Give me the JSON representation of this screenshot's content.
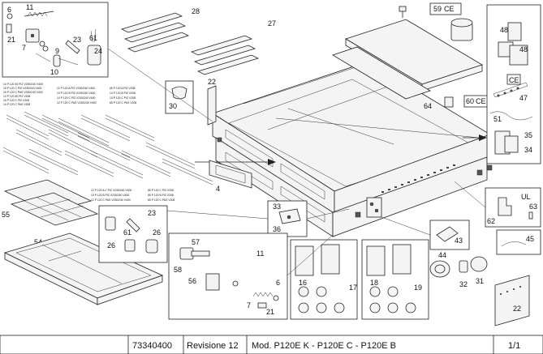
{
  "title_block": {
    "code": "73340400",
    "revision": "Revisione 12",
    "model": "Mod. P120E K - P120E C - P120E B",
    "sheet": "1/1"
  },
  "callouts": {
    "c6": "6",
    "c11": "11",
    "c21": "21",
    "c7": "7",
    "c9": "9",
    "c10": "10",
    "c23": "23",
    "c61": "61",
    "c24": "24",
    "c28": "28",
    "c27": "27",
    "c22a": "22",
    "c30": "30",
    "c59": "59",
    "c59ce": "CE",
    "c64": "64",
    "c60": "60",
    "c60ce": "CE",
    "c48a": "48",
    "c48b": "48",
    "c47": "47",
    "c47ce": "CE",
    "c51": "51",
    "c35": "35",
    "c34": "34",
    "c4": "4",
    "c55": "55",
    "c54": "54",
    "c33": "33",
    "c36": "36",
    "c62": "62",
    "c63": "63",
    "c45": "45",
    "c43": "43",
    "c44": "44",
    "c32": "32",
    "c31": "31",
    "c22b": "22",
    "c26a": "26",
    "c61b": "61",
    "c23b": "23",
    "c26b": "26",
    "c57": "57",
    "c58": "58",
    "c56": "56",
    "c11b": "11",
    "c6b": "6",
    "c7b": "7",
    "c21b": "21",
    "c16": "16",
    "c17": "17",
    "c18": "18",
    "c19": "19",
    "ul": "UL"
  },
  "element_tables": {
    "t1": [
      "14 P 120 40 PIZ V230/240 V400",
      "15 P 120 C PIZ V230/240 V400",
      "15 P 120 C PAS V230/240 V400",
      "13 P 120 40 PIZ V208",
      "16 P 120 C PIZ V208",
      "14 P 120 C PAS V208"
    ],
    "t2": [
      "12 P 120 A PIZ V230/240 V400",
      "13 P 120 B PIZ V230/240 V400",
      "14 P 120 C PIZ V230/240 V400",
      "12 P 120 C PAS V230/240 V400"
    ],
    "t3": [
      "65 P 120 A PIZ V208",
      "14 P 120 B PIZ V208",
      "13 P 120 C PIZ V208",
      "65 P 120 C PAS V208"
    ],
    "t4": [
      "12 P 120 A C PIZ V230/240 V400",
      "13 P 120 B PIZ V230/240 V400",
      "12 P 120 C PAS V230/240 V400"
    ],
    "t5": [
      "65 P 120 C PIZ V208",
      "65 P 120 B PIZ V208",
      "65 P 120 C PAS V208"
    ]
  }
}
